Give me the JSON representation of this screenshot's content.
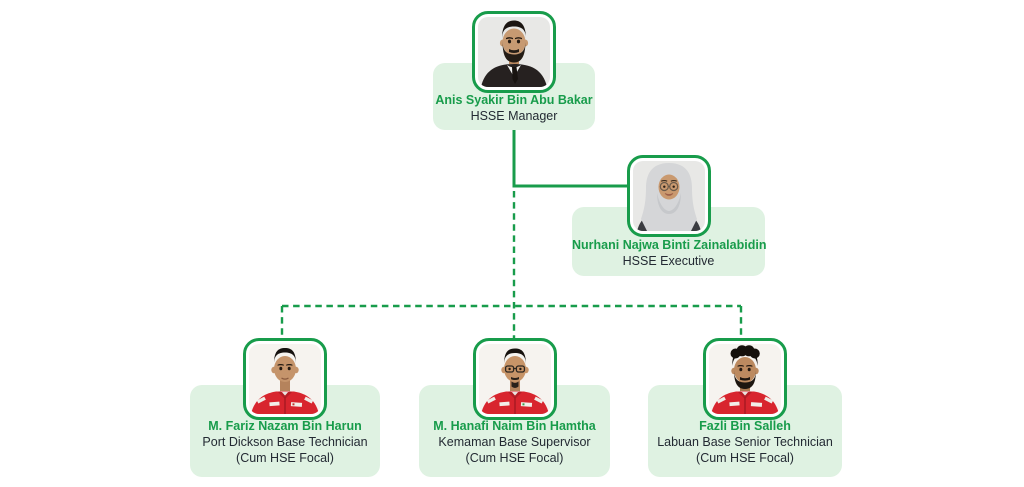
{
  "page": {
    "background": "#ffffff"
  },
  "colors": {
    "accent_green": "#189c4b",
    "card_background": "#dff2e2",
    "name_text": "#189c4b",
    "role_text": "#232a33",
    "connector_line": "#189c4b",
    "uniform_red": "#d8252e"
  },
  "org": {
    "nodes": [
      {
        "id": "manager",
        "name": "Anis Syakir Bin Abu Bakar",
        "role": "HSSE Manager",
        "photo": "man-dark-suit-full-beard"
      },
      {
        "id": "executive",
        "name": "Nurhani Najwa Binti Zainalabidin",
        "role": "HSSE Executive",
        "photo": "woman-grey-hijab-glasses"
      },
      {
        "id": "fariz",
        "name": "M. Fariz Nazam Bin Harun",
        "role": "Port Dickson Base Technician",
        "subtitle": "(Cum HSE Focal)",
        "photo": "man-red-coverall"
      },
      {
        "id": "hanafi",
        "name": "M. Hanafi Naim Bin Hamtha",
        "role": "Kemaman Base Supervisor",
        "subtitle": "(Cum HSE Focal)",
        "photo": "man-red-coverall-glasses-goatee"
      },
      {
        "id": "fazli",
        "name": "Fazli Bin Salleh",
        "role": "Labuan Base Senior Technician",
        "subtitle": "(Cum HSE Focal)",
        "photo": "man-red-coverall-curly-hair-beard"
      }
    ],
    "edges": [
      {
        "from": "manager",
        "to": "executive",
        "style": "solid"
      },
      {
        "from": "manager",
        "to": "fariz",
        "style": "dashed"
      },
      {
        "from": "manager",
        "to": "hanafi",
        "style": "dashed"
      },
      {
        "from": "manager",
        "to": "fazli",
        "style": "dashed"
      }
    ]
  }
}
